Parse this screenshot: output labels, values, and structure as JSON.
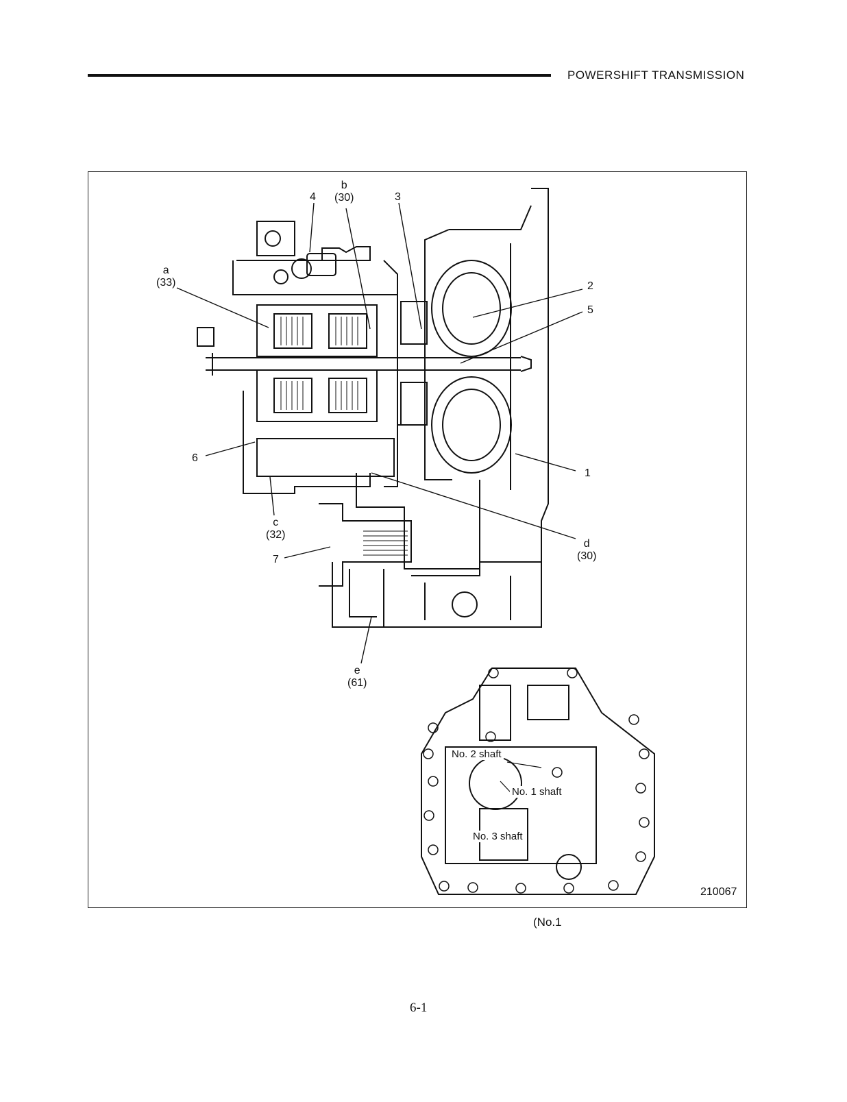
{
  "header": {
    "title": "POWERSHIFT TRANSMISSION"
  },
  "figure": {
    "callouts": {
      "a": {
        "letter": "a",
        "value": "(33)"
      },
      "b": {
        "letter": "b",
        "value": "(30)"
      },
      "c": {
        "letter": "c",
        "value": "(32)"
      },
      "d": {
        "letter": "d",
        "value": "(30)"
      },
      "e": {
        "letter": "e",
        "value": "(61)"
      },
      "n1": "1",
      "n2": "2",
      "n3": "3",
      "n4": "4",
      "n5": "5",
      "n6": "6",
      "n7": "7"
    },
    "inset": {
      "shaft2": "No. 2 shaft",
      "shaft1": "No. 1 shaft",
      "shaft3": "No. 3 shaft"
    },
    "figure_id": "210067"
  },
  "caption": "(No.1",
  "page_number": "6-1"
}
